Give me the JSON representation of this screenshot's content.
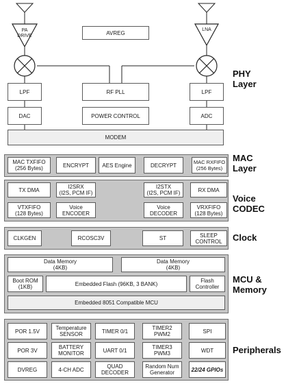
{
  "layers": {
    "phy": "PHY\nLayer",
    "mac": "MAC\nLayer",
    "voice": "Voice\nCODEC",
    "clock": "Clock",
    "mcu": "MCU &\nMemory",
    "peripherals": "Peripherals"
  },
  "phy": {
    "pa_drive": "PA\nDRIVE",
    "lna": "LNA",
    "avreg": "AVREG",
    "lpf_tx": "LPF",
    "rf_pll": "RF PLL",
    "lpf_rx": "LPF",
    "dac": "DAC",
    "power_control": "POWER CONTROL",
    "adc": "ADC",
    "modem": "MODEM"
  },
  "mac": {
    "txfifo": "MAC TXFIFO\n(256 Bytes)",
    "encrypt": "ENCRYPT",
    "aes": "AES Engine",
    "decrypt": "DECRYPT",
    "rxfifo": "MAC RXFIFO\n(256 Bytes)"
  },
  "voice": {
    "tx_dma": "TX DMA",
    "i2srx": "I2SRX\n(I2S, PCM IF)",
    "i2stx": "I2STX\n(I2S, PCM IF)",
    "rx_dma": "RX DMA",
    "vtxfifo": "VTXFIFO\n(128 Bytes)",
    "encoder": "Voice\nENCODER",
    "decoder": "Voice\nDECODER",
    "vrxfifo": "VRXFIFO\n(128 Bytes)"
  },
  "clock": {
    "clkgen": "CLKGEN",
    "rcosc": "RCOSC3V",
    "st": "ST",
    "sleep": "SLEEP\nCONTROL"
  },
  "mcu": {
    "data_mem_1": "Data Memory\n(4KB)",
    "data_mem_2": "Data Memory\n(4KB)",
    "boot_rom": "Boot ROM\n(1KB)",
    "flash": "Embedded Flash (96KB, 3 BANK)",
    "flash_ctrl": "Flash\nController",
    "mcu_core": "Embedded 8051 Compatible MCU"
  },
  "peripherals": {
    "por15": "POR 1.5V",
    "temp": "Temperature\nSENSOR",
    "timer01": "TIMER 0/1",
    "timer2": "TIMER2\nPWM2",
    "spi": "SPI",
    "por3": "POR 3V",
    "battery": "BATTERY\nMONITOR",
    "uart": "UART 0/1",
    "timer3": "TIMER3\nPWM3",
    "wdt": "WDT",
    "dvreg": "DVREG",
    "adc4": "4-CH ADC",
    "quad": "QUAD\nDECODER",
    "rng": "Random Num\nGenerator",
    "gpio": "22/24 GPIOs"
  }
}
